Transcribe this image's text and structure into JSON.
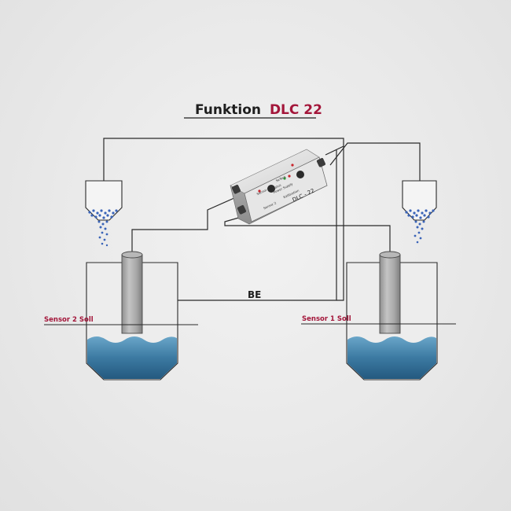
{
  "title": {
    "prefix": "Funktion",
    "product": "DLC 22"
  },
  "labels": {
    "sensor_2": "Sensor 2 Soll",
    "sensor_1": "Sensor 1 Soll",
    "be": "BE"
  },
  "device": {
    "brand": "SeTeck",
    "name": "DLC - 22",
    "sensor1_label": "Sensor 1",
    "sensor2_label": "Sensor 2",
    "status_label": "Status",
    "power_label": "Power Supply",
    "calibration_label": "Kalibration"
  },
  "colors": {
    "accent": "#a3163a",
    "line": "#2a2a2a",
    "liquid": "#2f6d93",
    "granules": "#3a64b8"
  }
}
